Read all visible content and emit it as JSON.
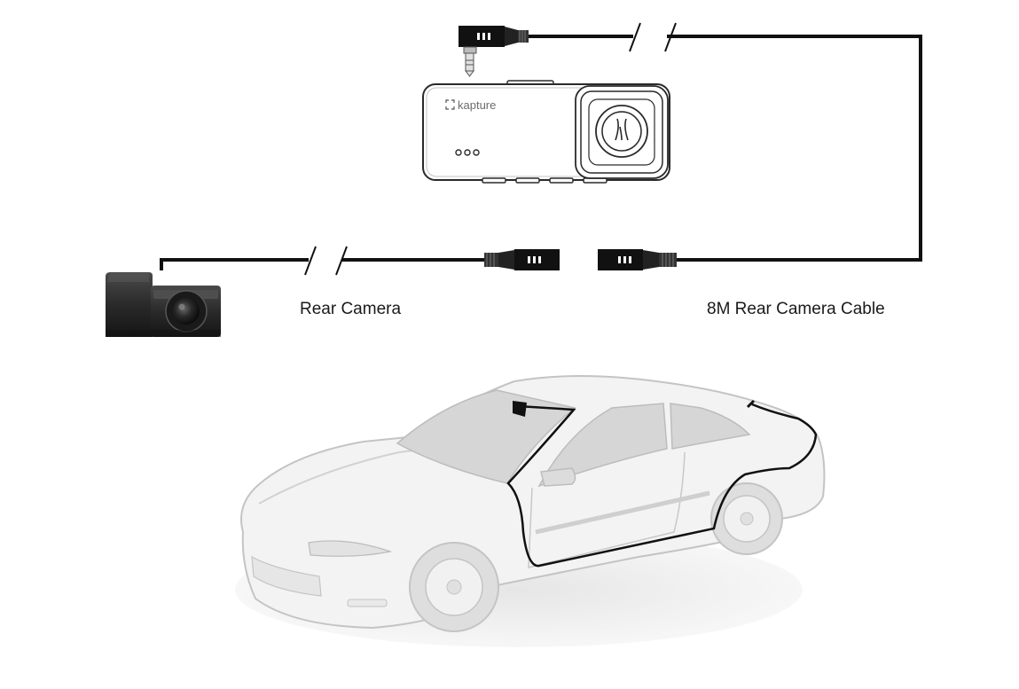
{
  "labels": {
    "rear_camera": "Rear Camera",
    "rear_camera_cable": "8M Rear Camera Cable"
  },
  "dashcam": {
    "brand": "kapture"
  },
  "colors": {
    "cable": "#111111",
    "car_body": "#f2f2f2",
    "car_outline": "#c4c4c4",
    "car_glass": "#d3d3d3",
    "camera_body": "#2b2b2b",
    "dashcam_outline": "#2a2a2a"
  }
}
